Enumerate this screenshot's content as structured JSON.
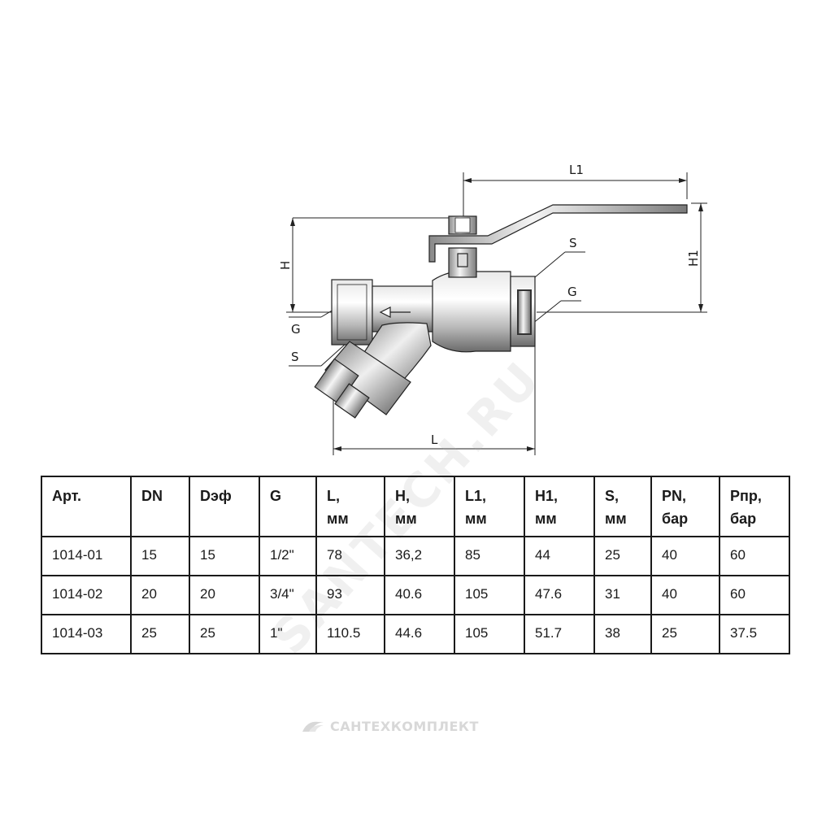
{
  "drawing": {
    "dimension_labels": {
      "L1": "L1",
      "H": "H",
      "H1": "H1",
      "L": "L",
      "S_top": "S",
      "G_right": "G",
      "G_left": "G",
      "S_left": "S"
    }
  },
  "table": {
    "headers": [
      {
        "line1": "Арт.",
        "line2": ""
      },
      {
        "line1": "DN",
        "line2": ""
      },
      {
        "line1": "Dэф",
        "line2": ""
      },
      {
        "line1": "G",
        "line2": ""
      },
      {
        "line1": "L,",
        "line2": "мм"
      },
      {
        "line1": "H,",
        "line2": "мм"
      },
      {
        "line1": "L1,",
        "line2": "мм"
      },
      {
        "line1": "H1,",
        "line2": "мм"
      },
      {
        "line1": "S,",
        "line2": "мм"
      },
      {
        "line1": "PN,",
        "line2": "бар"
      },
      {
        "line1": "Рпр,",
        "line2": "бар"
      }
    ],
    "rows": [
      [
        "1014-01",
        "15",
        "15",
        "1/2\"",
        "78",
        "36,2",
        "85",
        "44",
        "25",
        "40",
        "60"
      ],
      [
        "1014-02",
        "20",
        "20",
        "3/4\"",
        "93",
        "40.6",
        "105",
        "47.6",
        "31",
        "40",
        "60"
      ],
      [
        "1014-03",
        "25",
        "25",
        "1\"",
        "110.5",
        "44.6",
        "105",
        "51.7",
        "38",
        "25",
        "37.5"
      ]
    ]
  },
  "watermark": "SANTECH.RU",
  "footer": {
    "logo_text": "САНТЕХКОМПЛЕКТ"
  }
}
